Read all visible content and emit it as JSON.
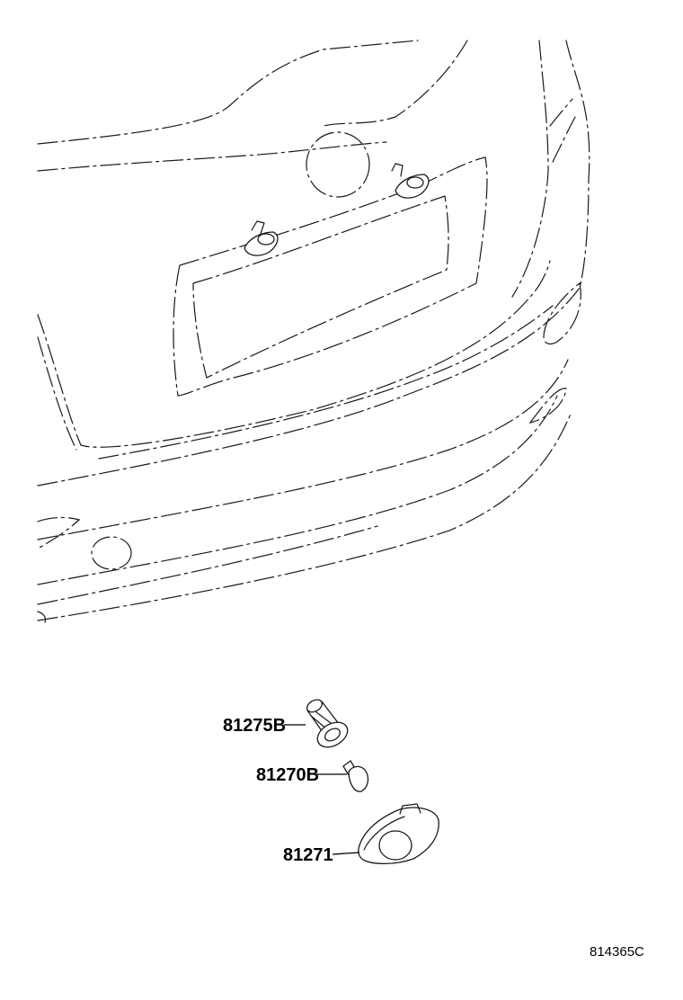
{
  "diagram": {
    "parts": [
      {
        "number": "81275B"
      },
      {
        "number": "81270B"
      },
      {
        "number": "81271"
      }
    ],
    "reference_code": "814365C"
  }
}
